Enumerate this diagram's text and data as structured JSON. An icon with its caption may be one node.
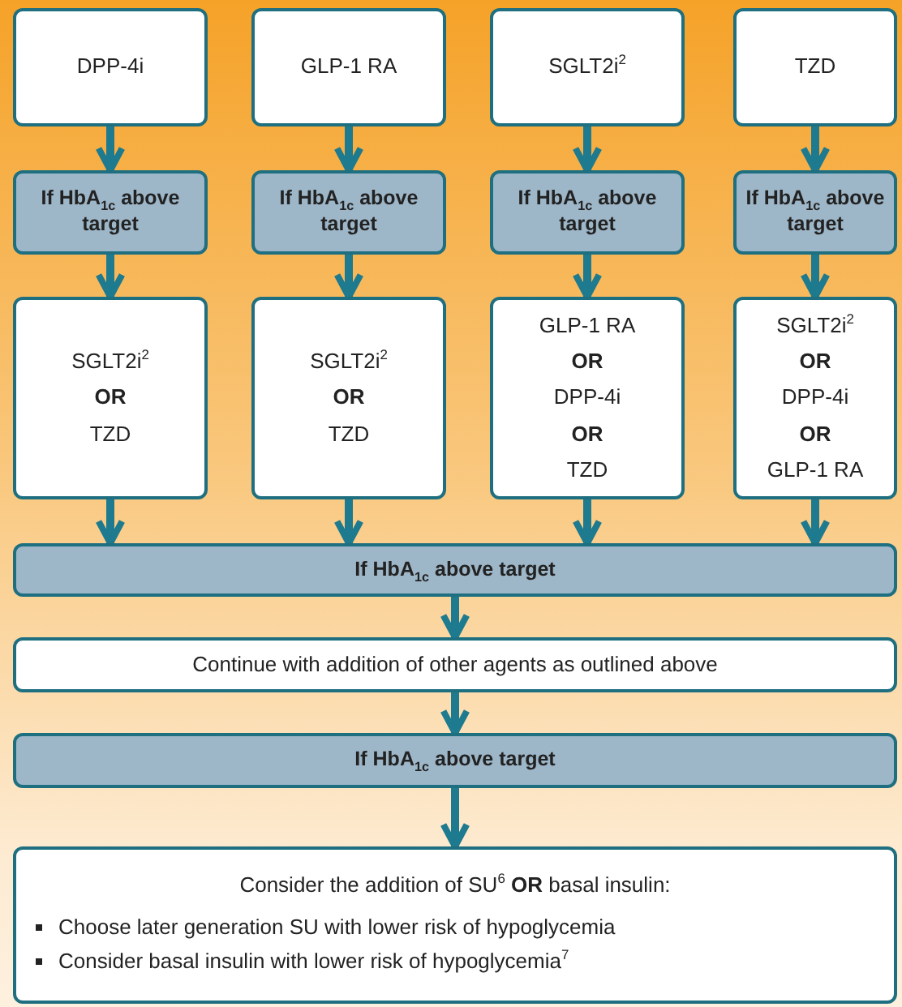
{
  "diagram": {
    "nodes": [
      {
        "text": [
          "DPP-4i"
        ]
      },
      {
        "text": [
          "GLP-1 RA"
        ]
      },
      {
        "text": [
          "SGLT2i$^{2}$"
        ]
      },
      {
        "text": [
          "TZD"
        ]
      },
      {
        "text": [
          "If HbA$_{1c}$ above target"
        ]
      },
      {
        "text": [
          "If HbA$_{1c}$ above target"
        ]
      },
      {
        "text": [
          "If HbA$_{1c}$ above target"
        ]
      },
      {
        "text": [
          "If HbA$_{1c}$ above target"
        ]
      },
      {
        "text": [
          "SGLT2i$^{2}$",
          "OR",
          "TZD"
        ]
      },
      {
        "text": [
          "SGLT2i$^{2}$",
          "OR",
          "TZD"
        ]
      },
      {
        "text": [
          "GLP-1 RA",
          "OR",
          "DPP-4i",
          "OR",
          "TZD"
        ]
      },
      {
        "text": [
          "SGLT2i$^{2}$",
          "OR",
          "DPP-4i",
          "OR",
          "GLP-1 RA"
        ]
      },
      {
        "text": [
          "If HbA$_{1c}$ above target"
        ]
      },
      {
        "text": [
          "Continue with addition of other agents as outlined above"
        ]
      },
      {
        "text": [
          "If HbA$_{1c}$ above target"
        ]
      },
      {
        "text": [
          "Consider the addition of SU$^{6}$ **OR** basal insulin:",
          "Choose later generation SU with lower risk of hypoglycemia",
          "Consider basal insulin with lower risk of hypoglycemia$^{7}$"
        ]
      }
    ],
    "edges": [
      {
        "from": 0,
        "to": 4,
        "arrow": "to"
      },
      {
        "from": 1,
        "to": 5,
        "arrow": "to"
      },
      {
        "from": 2,
        "to": 6,
        "arrow": "to"
      },
      {
        "from": 3,
        "to": 7,
        "arrow": "to"
      },
      {
        "from": 4,
        "to": 8,
        "arrow": "to"
      },
      {
        "from": 5,
        "to": 9,
        "arrow": "to"
      },
      {
        "from": 6,
        "to": 10,
        "arrow": "to"
      },
      {
        "from": 7,
        "to": 11,
        "arrow": "to"
      },
      {
        "from": 8,
        "to": 12,
        "arrow": "to"
      },
      {
        "from": 9,
        "to": 12,
        "arrow": "to"
      },
      {
        "from": 10,
        "to": 12,
        "arrow": "to"
      },
      {
        "from": 11,
        "to": 12,
        "arrow": "to"
      },
      {
        "from": 12,
        "to": 13,
        "arrow": "to"
      },
      {
        "from": 13,
        "to": 14,
        "arrow": "to"
      },
      {
        "from": 14,
        "to": 15,
        "arrow": "to"
      }
    ]
  }
}
